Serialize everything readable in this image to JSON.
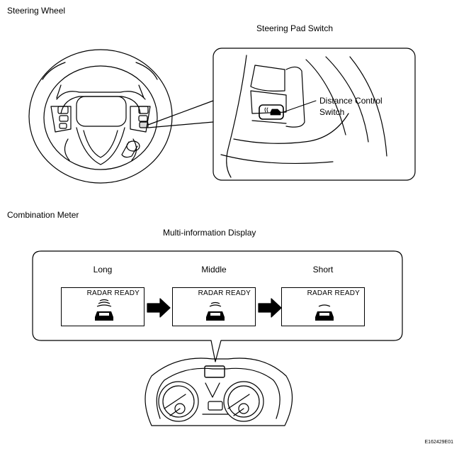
{
  "section_top": {
    "title": "Steering Wheel",
    "callout_title": "Steering Pad Switch",
    "switch_label_line1": "Distance Control",
    "switch_label_line2": "Switch"
  },
  "section_bottom": {
    "title": "Combination Meter",
    "callout_title": "Multi-information Display",
    "modes": [
      {
        "label": "Long",
        "screen_text": "RADAR READY",
        "bars": 3
      },
      {
        "label": "Middle",
        "screen_text": "RADAR READY",
        "bars": 2
      },
      {
        "label": "Short",
        "screen_text": "RADAR READY",
        "bars": 1
      }
    ]
  },
  "figure_id": "E162429E01"
}
